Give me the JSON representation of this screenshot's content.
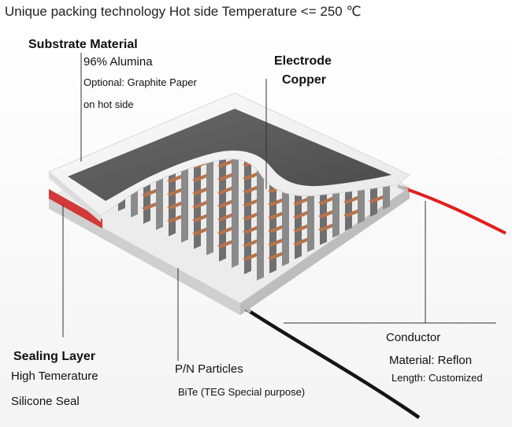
{
  "title": "Unique packing technology  Hot side Temperature <= 250 ℃",
  "substrate": {
    "heading": "Substrate Material",
    "line1": "96% Alumina",
    "line2": "Optional: Graphite Paper",
    "line3": "on hot side"
  },
  "electrode": {
    "heading1": "Electrode",
    "heading2": "Copper"
  },
  "sealing": {
    "heading": "Sealing Layer",
    "line1": "High Temerature",
    "line2": "Silicone Seal"
  },
  "particles": {
    "heading": "P/N Particles",
    "line1": "BiTe (TEG Special purpose)"
  },
  "conductor": {
    "heading": "Conductor",
    "line1": "Material: Reflon",
    "line2": "Length: Customized"
  },
  "colors": {
    "substrate": "#f2f2f2",
    "graphite": "#5b5b5b",
    "copper": "#b8734a",
    "sealant": "#d23a3a",
    "red_wire": "#e02020",
    "black_wire": "#151515"
  }
}
